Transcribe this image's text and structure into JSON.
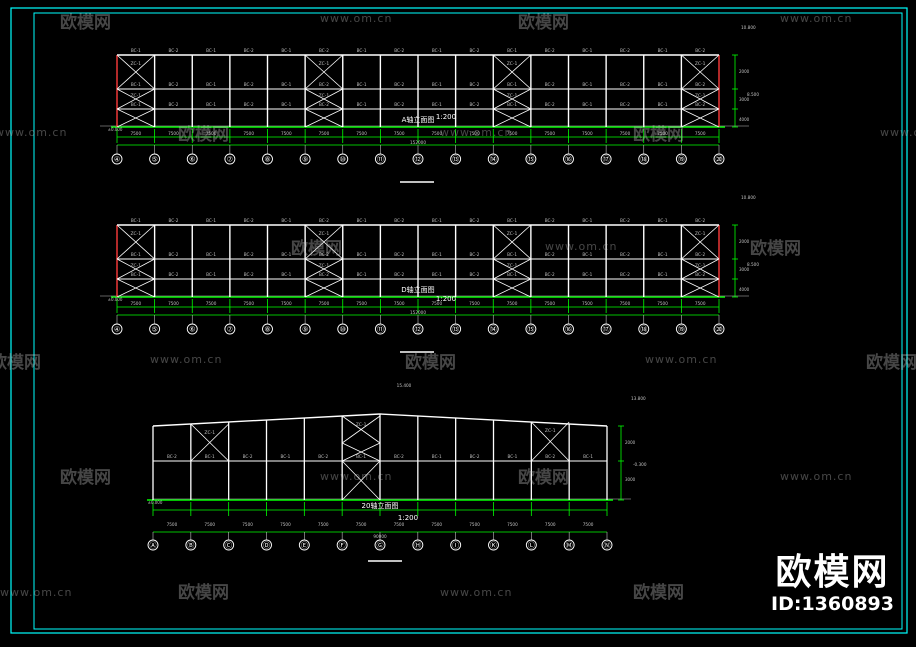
{
  "brand": {
    "name": "欧模网",
    "id_label": "ID:1360893"
  },
  "watermark": {
    "logo": "欧模网",
    "url": "www.om.cn"
  },
  "elevations": [
    {
      "key": "a",
      "title": "A轴立面图",
      "scale": "1:200",
      "total_dim": "152000",
      "axes": [
        "④",
        "⑤",
        "⑥",
        "⑦",
        "⑧",
        "⑨",
        "⑩",
        "⑪",
        "⑫",
        "⑬",
        "⑭",
        "⑮",
        "⑯",
        "⑰",
        "⑱",
        "⑲",
        "⑳"
      ],
      "bay_dims": [
        "7500",
        "7500",
        "7500",
        "7500",
        "7500",
        "7500",
        "7500",
        "7500",
        "7500",
        "7500",
        "7500",
        "7500",
        "7500",
        "7500",
        "7500",
        "7500"
      ],
      "beam_tags": [
        "BC-1",
        "BC-2",
        "BC-1",
        "BC-2",
        "BC-1",
        "BC-2",
        "BC-1",
        "BC-2",
        "BC-1",
        "BC-2",
        "BC-1",
        "BC-2",
        "BC-1",
        "BC-2",
        "BC-1",
        "BC-2"
      ],
      "elev_top": "10.800",
      "elev_mid": "8.500",
      "vert_dims": [
        "2000",
        "3000",
        "4000"
      ],
      "ground_mark": "±0.000"
    },
    {
      "key": "d",
      "title": "D轴立面图",
      "scale": "1:200",
      "total_dim": "152000",
      "axes": [
        "④",
        "⑤",
        "⑥",
        "⑦",
        "⑧",
        "⑨",
        "⑩",
        "⑪",
        "⑫",
        "⑬",
        "⑭",
        "⑮",
        "⑯",
        "⑰",
        "⑱",
        "⑲",
        "⑳"
      ],
      "bay_dims": [
        "7500",
        "7500",
        "7500",
        "7500",
        "7500",
        "7500",
        "7500",
        "7500",
        "7500",
        "7500",
        "7500",
        "7500",
        "7500",
        "7500",
        "7500",
        "7500"
      ],
      "beam_tags": [
        "BC-1",
        "BC-2",
        "BC-1",
        "BC-2",
        "BC-1",
        "BC-2",
        "BC-1",
        "BC-2",
        "BC-1",
        "BC-2",
        "BC-1",
        "BC-2",
        "BC-1",
        "BC-2",
        "BC-1",
        "BC-2"
      ],
      "elev_top": "10.800",
      "elev_mid": "8.500",
      "vert_dims": [
        "2000",
        "3000",
        "4000"
      ],
      "ground_mark": "±0.000"
    },
    {
      "key": "20",
      "title": "20轴立面图",
      "scale": "1:200",
      "total_dim": "90000",
      "top_mark": "15.400",
      "axes": [
        "Ⓐ",
        "Ⓑ",
        "Ⓒ",
        "Ⓓ",
        "Ⓔ",
        "Ⓕ",
        "Ⓖ",
        "Ⓗ",
        "Ⓘ",
        "Ⓚ",
        "Ⓛ",
        "Ⓜ",
        "Ⓝ"
      ],
      "bay_dims": [
        "7500",
        "7500",
        "7500",
        "7500",
        "7500",
        "7500",
        "7500",
        "7500",
        "7500",
        "7500",
        "7500",
        "7500"
      ],
      "beam_tags": [
        "BC-2",
        "BC-1",
        "BC-2",
        "BC-1",
        "BC-2",
        "BC-1",
        "BC-2",
        "BC-1",
        "BC-2",
        "BC-1",
        "BC-2",
        "BC-1"
      ],
      "elev_top": "13.800",
      "elev_mid": "-0.300",
      "vert_dims": [
        "2000",
        "3000"
      ],
      "ground_mark": "±0.000"
    }
  ],
  "brace_tag": "ZC-1",
  "colors": {
    "frame": "#ffffff",
    "green": "#00ff00",
    "red": "#ff3b3b",
    "cyan": "#00ffff",
    "dim": "#c0c0c0"
  }
}
